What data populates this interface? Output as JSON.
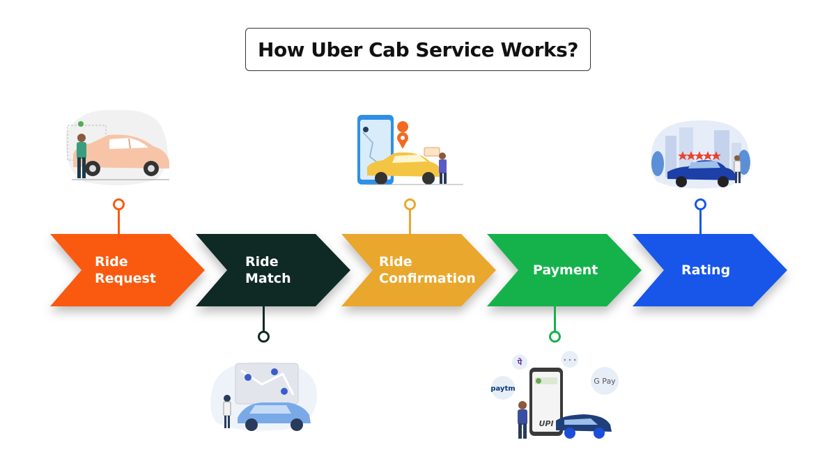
{
  "title": "How Uber Cab Service Works?",
  "steps": [
    {
      "lines": [
        "Ride",
        "Request"
      ],
      "color": "#fa5a0f",
      "icon": "car-passenger-illustration-icon"
    },
    {
      "lines": [
        "Ride",
        "Match"
      ],
      "color": "#0f2a24",
      "icon": "map-match-illustration-icon"
    },
    {
      "lines": [
        "Ride",
        "Confirmation"
      ],
      "color": "#eaa72d",
      "icon": "phone-map-car-illustration-icon"
    },
    {
      "lines": [
        "Payment"
      ],
      "color": "#15b24c",
      "icon": "upi-payment-illustration-icon"
    },
    {
      "lines": [
        "Rating"
      ],
      "color": "#1856ea",
      "icon": "city-car-rating-illustration-icon"
    }
  ],
  "payment_logos": {
    "paytm": "paytm",
    "gpay": "G Pay",
    "upi": "UPI",
    "phonepe": "पे"
  }
}
